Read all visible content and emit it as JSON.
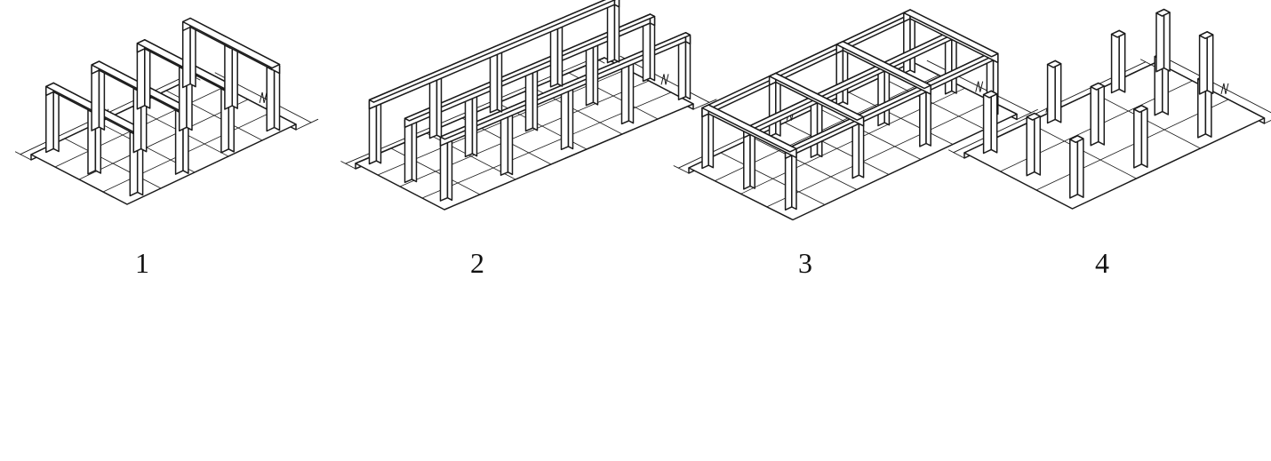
{
  "figure": {
    "panels": [
      {
        "label": "1",
        "type": "transverse-frames"
      },
      {
        "label": "2",
        "type": "longitudinal-frames"
      },
      {
        "label": "3",
        "type": "spatial-frame"
      },
      {
        "label": "4",
        "type": "columns-on-slab"
      }
    ]
  },
  "colors": {
    "ink": "#1a1a1a",
    "member": "#ffffff",
    "background": "#ffffff"
  }
}
